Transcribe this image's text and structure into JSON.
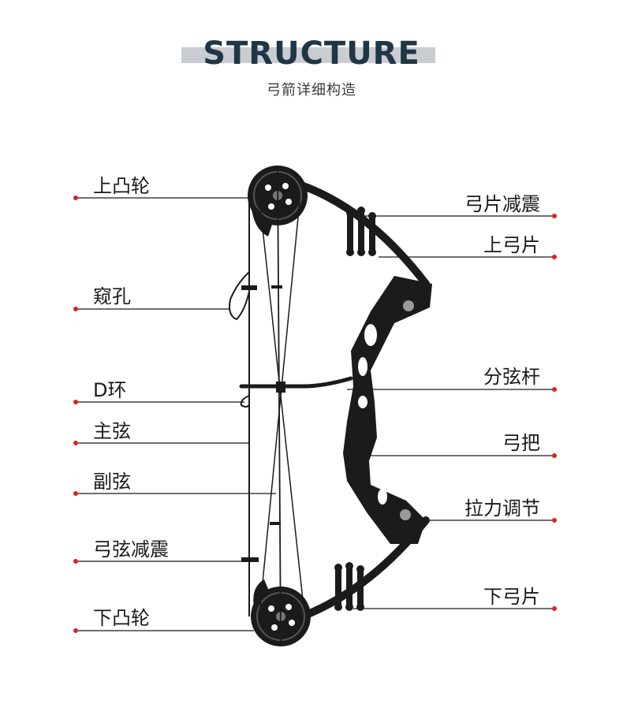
{
  "header": {
    "title": "STRUCTURE",
    "subtitle": "弓箭详细构造"
  },
  "colors": {
    "title": "#1f3646",
    "title_bar": "#c9cdd1",
    "leader_line": "#1a1a1a",
    "dot": "#e02020",
    "bow": "#1b1b1b"
  },
  "labels_left": [
    {
      "id": "upper-cam",
      "text": "上凸轮"
    },
    {
      "id": "peep-sight",
      "text": "窥孔"
    },
    {
      "id": "d-loop",
      "text": "D环"
    },
    {
      "id": "main-string",
      "text": "主弦"
    },
    {
      "id": "secondary-string",
      "text": "副弦"
    },
    {
      "id": "string-suppressor",
      "text": "弓弦减震"
    },
    {
      "id": "lower-cam",
      "text": "下凸轮"
    }
  ],
  "labels_right": [
    {
      "id": "limb-dampener",
      "text": "弓片减震"
    },
    {
      "id": "upper-limb",
      "text": "上弓片"
    },
    {
      "id": "cable-rod",
      "text": "分弦杆"
    },
    {
      "id": "grip",
      "text": "弓把"
    },
    {
      "id": "draw-weight-adjust",
      "text": "拉力调节"
    },
    {
      "id": "lower-limb",
      "text": "下弓片"
    }
  ]
}
